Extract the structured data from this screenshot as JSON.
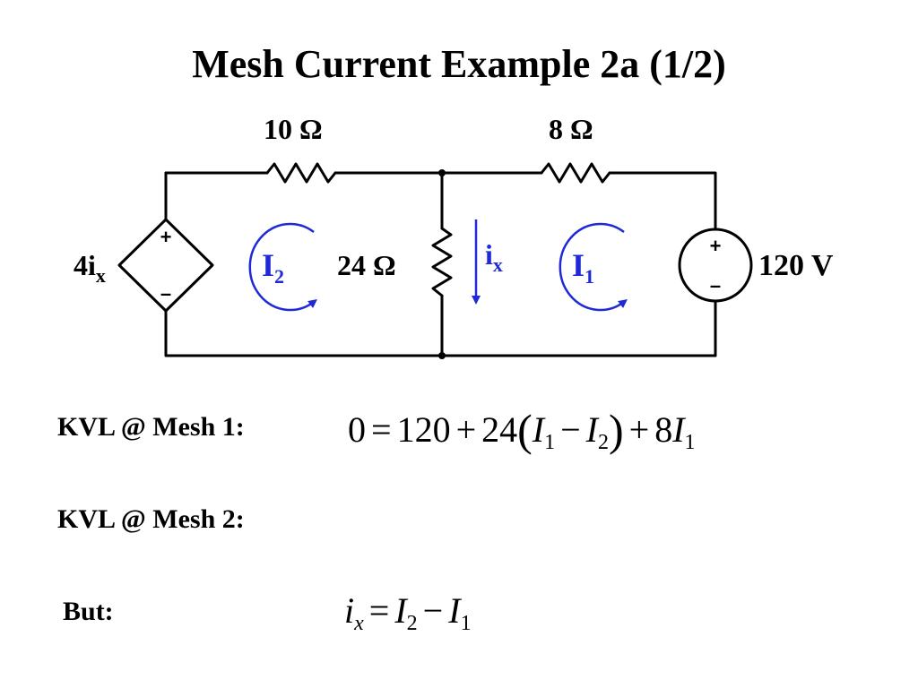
{
  "slide": {
    "title": "Mesh Current Example 2a (1/2)"
  },
  "circuit": {
    "top_left_resistor": "10 Ω",
    "top_right_resistor": "8 Ω",
    "middle_resistor": "24 Ω",
    "dependent_source": {
      "coef": "4i",
      "sub": "x",
      "plus": "+",
      "minus": "–"
    },
    "voltage_source": {
      "value": "120 V",
      "plus": "+",
      "minus": "–"
    },
    "branch_current": {
      "main": "i",
      "sub": "x"
    },
    "mesh_left": {
      "main": "I",
      "sub": "2"
    },
    "mesh_right": {
      "main": "I",
      "sub": "1"
    },
    "colors": {
      "wire": "#000000",
      "annotation": "#1f2ad6"
    }
  },
  "equations": {
    "kvl1_label": "KVL @ Mesh 1:",
    "kvl1": {
      "lhs": "0",
      "eq": "=",
      "c120": "120",
      "plus1": "+",
      "c24": "24",
      "lp": "(",
      "I1": "I",
      "s1": "1",
      "minus": "−",
      "I2": "I",
      "s2": "2",
      "rp": ")",
      "plus2": "+",
      "c8": "8",
      "I1b": "I",
      "s1b": "1"
    },
    "kvl2_label": "KVL @ Mesh 2:",
    "but_label": "But:",
    "but": {
      "i": "i",
      "x": "x",
      "eq": "=",
      "I2": "I",
      "s2": "2",
      "minus": "−",
      "I1": "I",
      "s1": "1"
    }
  }
}
